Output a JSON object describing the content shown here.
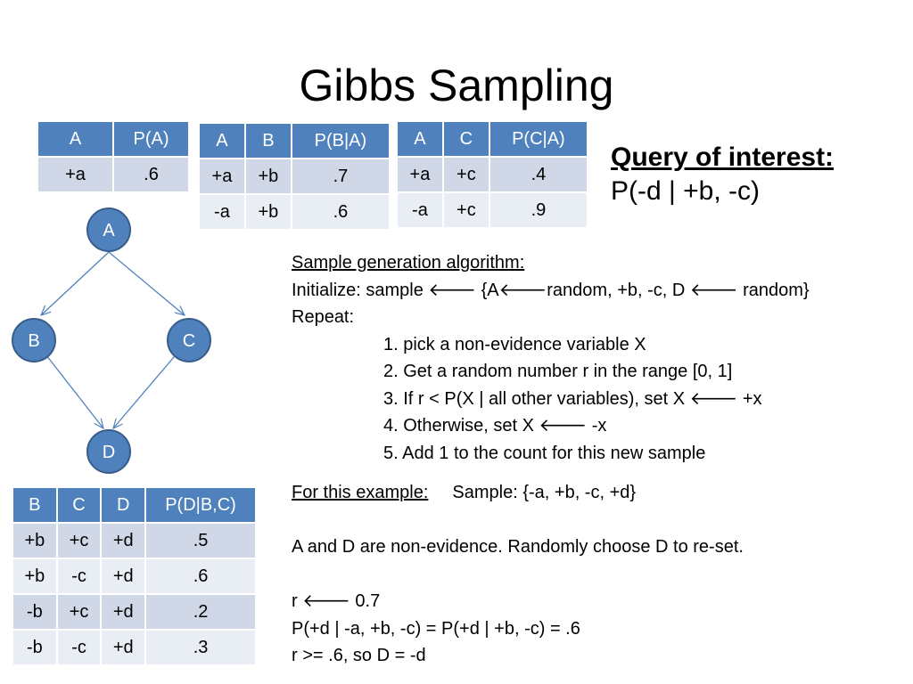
{
  "slide": {
    "title": "Gibbs Sampling"
  },
  "table_pa": {
    "headers": [
      "A",
      "P(A)"
    ],
    "rows": [
      [
        "+a",
        ".6"
      ]
    ]
  },
  "table_pba": {
    "headers": [
      "A",
      "B",
      "P(B|A)"
    ],
    "rows": [
      [
        "+a",
        "+b",
        ".7"
      ],
      [
        "-a",
        "+b",
        ".6"
      ]
    ]
  },
  "table_pca": {
    "headers": [
      "A",
      "C",
      "P(C|A)"
    ],
    "rows": [
      [
        "+a",
        "+c",
        ".4"
      ],
      [
        "-a",
        "+c",
        ".9"
      ]
    ]
  },
  "table_pdbc": {
    "headers": [
      "B",
      "C",
      "D",
      "P(D|B,C)"
    ],
    "rows": [
      [
        "+b",
        "+c",
        "+d",
        ".5"
      ],
      [
        "+b",
        "-c",
        "+d",
        ".6"
      ],
      [
        "-b",
        "+c",
        "+d",
        ".2"
      ],
      [
        "-b",
        "-c",
        "+d",
        ".3"
      ]
    ]
  },
  "graph": {
    "nodes": [
      "A",
      "B",
      "C",
      "D"
    ],
    "colors": {
      "fill": "#4f81bd",
      "stroke": "#385d8a",
      "edge": "#4f81bd"
    }
  },
  "query": {
    "heading": "Query of interest:",
    "expression": "P(-d | +b, -c)"
  },
  "algorithm": {
    "heading": "Sample generation algorithm:",
    "init_prefix": "Initialize:  sample ",
    "arrow": "🡐",
    "init_mid_a": " {A",
    "init_mid_b": "random, +b, -c, D ",
    "init_end": " random}",
    "repeat": "Repeat:",
    "step1": "1. pick a non-evidence variable X",
    "step2": "2. Get a random number r in the range [0, 1]",
    "step3_prefix": "3. If r < P(X | all other variables), set X ",
    "step3_suffix": " +x",
    "step4_prefix": "4. Otherwise, set X ",
    "step4_suffix": " -x",
    "step5": "5. Add 1 to the count for this new sample"
  },
  "example": {
    "label": "For this example:",
    "sample": "Sample:  {-a, +b, -c, +d}",
    "line2": "A and D are non-evidence.  Randomly choose D to re-set.",
    "r_prefix": "r ",
    "r_suffix": " 0.7",
    "calc": "P(+d | -a, +b, -c) = P(+d | +b, -c) = .6",
    "result": "r >= .6, so D = -d"
  }
}
